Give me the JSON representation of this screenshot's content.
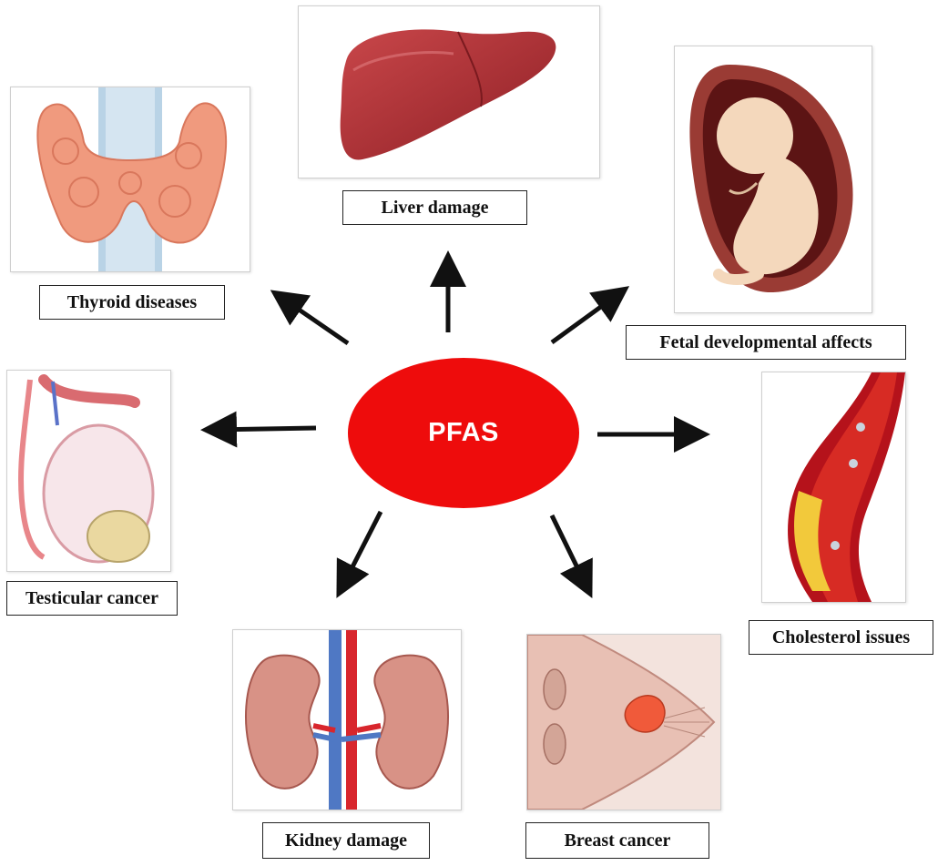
{
  "center": {
    "label": "PFAS",
    "color": "#ee0c0c"
  },
  "effects": [
    {
      "id": "liver",
      "label": "Liver damage"
    },
    {
      "id": "thyroid",
      "label": "Thyroid diseases"
    },
    {
      "id": "fetal",
      "label": "Fetal developmental affects"
    },
    {
      "id": "testicular",
      "label": "Testicular cancer"
    },
    {
      "id": "cholesterol",
      "label": "Cholesterol issues"
    },
    {
      "id": "kidney",
      "label": "Kidney damage"
    },
    {
      "id": "breast",
      "label": "Breast cancer"
    }
  ]
}
